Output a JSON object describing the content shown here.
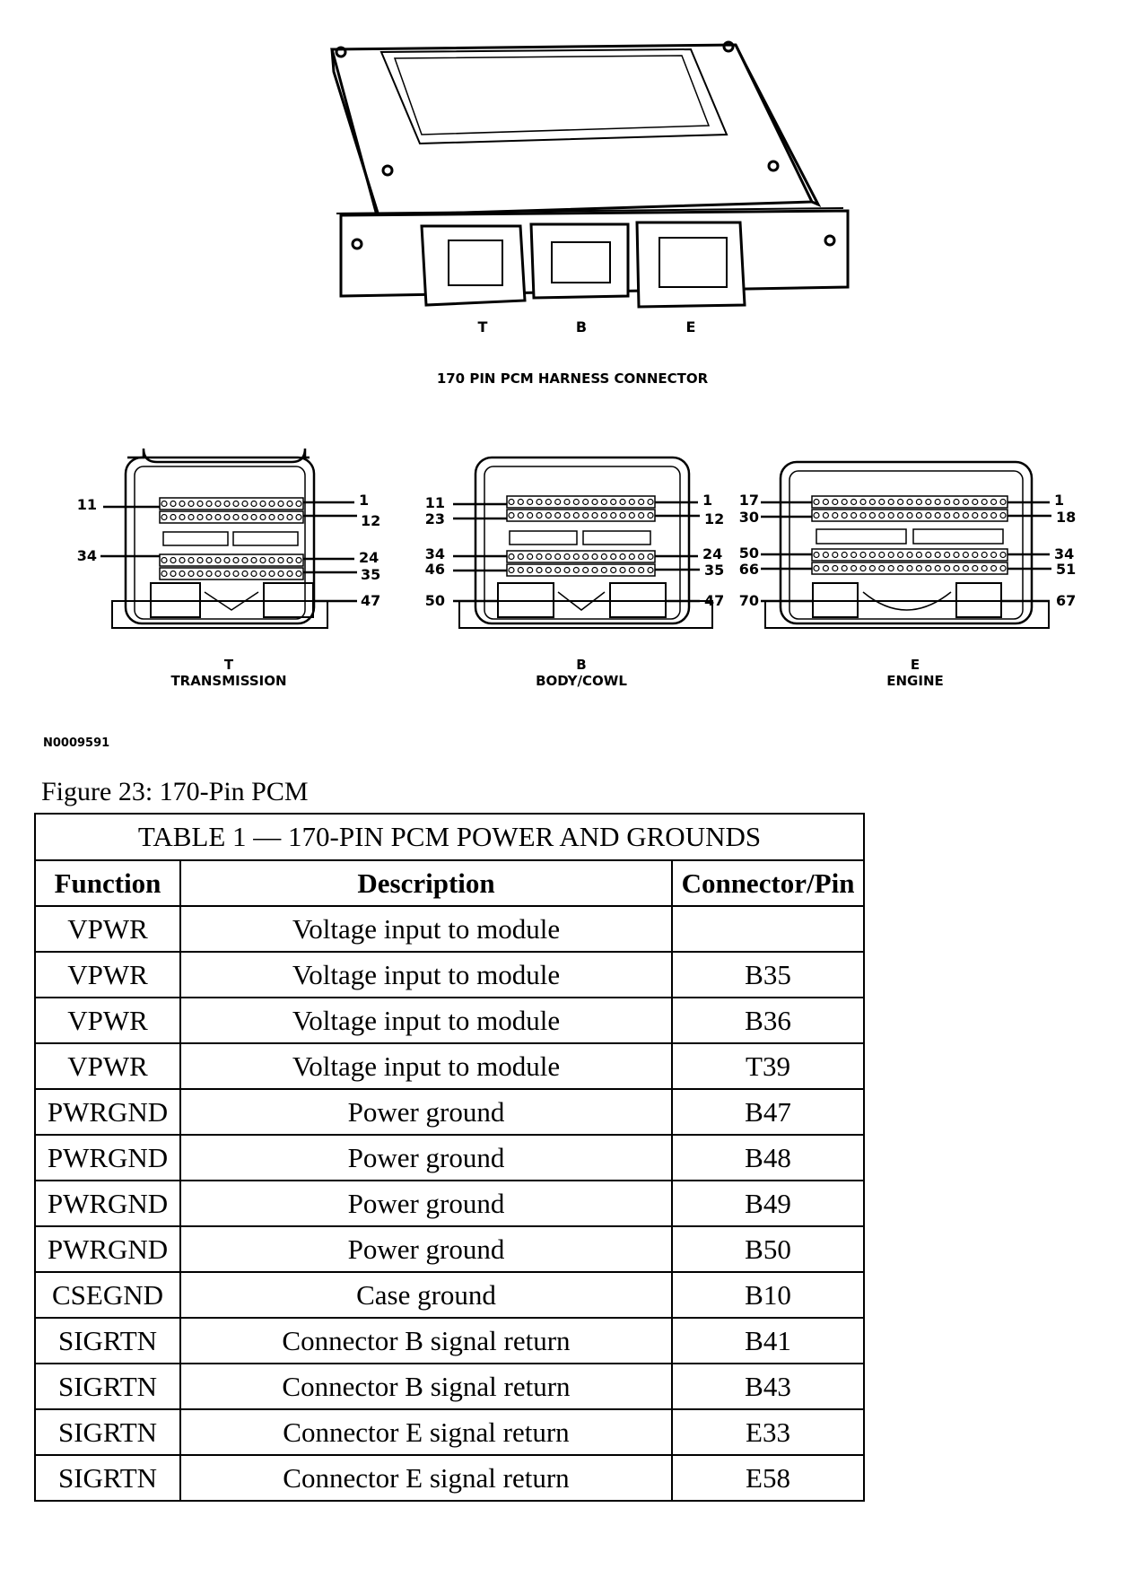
{
  "diagram": {
    "overview_caption": "170 PIN PCM HARNESS CONNECTOR",
    "connector_letters": [
      "T",
      "B",
      "E"
    ],
    "connectors": [
      {
        "letter": "T",
        "name": "TRANSMISSION",
        "left_labels": [
          "11",
          "34"
        ],
        "right_labels": [
          "1",
          "12",
          "24",
          "35",
          "47"
        ]
      },
      {
        "letter": "B",
        "name": "BODY/COWL",
        "left_labels": [
          "11",
          "23",
          "34",
          "46",
          "50"
        ],
        "right_labels": [
          "1",
          "12",
          "24",
          "35",
          "47"
        ]
      },
      {
        "letter": "E",
        "name": "ENGINE",
        "left_labels": [
          "17",
          "30",
          "50",
          "66",
          "70"
        ],
        "right_labels": [
          "1",
          "18",
          "34",
          "51",
          "67"
        ]
      }
    ],
    "figure_id": "N0009591"
  },
  "caption": "Figure 23: 170-Pin PCM",
  "table": {
    "title": "TABLE 1 — 170-PIN PCM POWER AND GROUNDS",
    "headers": [
      "Function",
      "Description",
      "Connector/Pin"
    ],
    "rows": [
      [
        "VPWR",
        "Voltage input to module",
        ""
      ],
      [
        "VPWR",
        "Voltage input to module",
        "B35"
      ],
      [
        "VPWR",
        "Voltage input to module",
        "B36"
      ],
      [
        "VPWR",
        "Voltage input to module",
        "T39"
      ],
      [
        "PWRGND",
        "Power ground",
        "B47"
      ],
      [
        "PWRGND",
        "Power ground",
        "B48"
      ],
      [
        "PWRGND",
        "Power ground",
        "B49"
      ],
      [
        "PWRGND",
        "Power ground",
        "B50"
      ],
      [
        "CSEGND",
        "Case ground",
        "B10"
      ],
      [
        "SIGRTN",
        "Connector B signal return",
        "B41"
      ],
      [
        "SIGRTN",
        "Connector B signal return",
        "B43"
      ],
      [
        "SIGRTN",
        "Connector E signal return",
        "E33"
      ],
      [
        "SIGRTN",
        "Connector E signal return",
        "E58"
      ]
    ]
  }
}
